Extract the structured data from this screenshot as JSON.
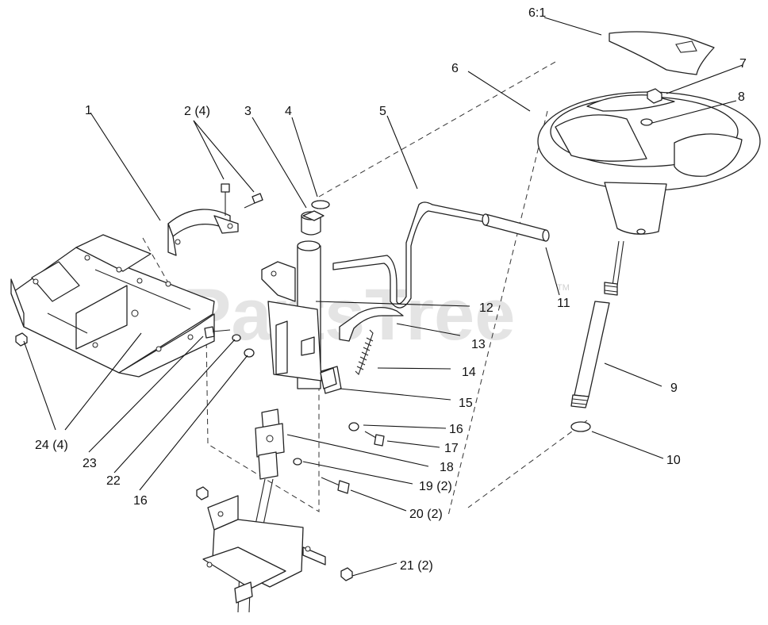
{
  "watermark": {
    "text": "PartsTree",
    "mark": "TM",
    "color": "#cfcfcf"
  },
  "callouts": [
    {
      "id": "c-6-1",
      "label": "6:1"
    },
    {
      "id": "c-7",
      "label": "7"
    },
    {
      "id": "c-6",
      "label": "6"
    },
    {
      "id": "c-8",
      "label": "8"
    },
    {
      "id": "c-1",
      "label": "1"
    },
    {
      "id": "c-2",
      "label": "2 (4)"
    },
    {
      "id": "c-3",
      "label": "3"
    },
    {
      "id": "c-4",
      "label": "4"
    },
    {
      "id": "c-5",
      "label": "5"
    },
    {
      "id": "c-11",
      "label": "11"
    },
    {
      "id": "c-12",
      "label": "12"
    },
    {
      "id": "c-13",
      "label": "13"
    },
    {
      "id": "c-14",
      "label": "14"
    },
    {
      "id": "c-15",
      "label": "15"
    },
    {
      "id": "c-9",
      "label": "9"
    },
    {
      "id": "c-16a",
      "label": "16"
    },
    {
      "id": "c-17",
      "label": "17"
    },
    {
      "id": "c-18",
      "label": "18"
    },
    {
      "id": "c-10",
      "label": "10"
    },
    {
      "id": "c-19",
      "label": "19 (2)"
    },
    {
      "id": "c-20",
      "label": "20 (2)"
    },
    {
      "id": "c-21",
      "label": "21 (2)"
    },
    {
      "id": "c-24",
      "label": "24 (4)"
    },
    {
      "id": "c-23",
      "label": "23"
    },
    {
      "id": "c-22",
      "label": "22"
    },
    {
      "id": "c-16b",
      "label": "16"
    }
  ]
}
